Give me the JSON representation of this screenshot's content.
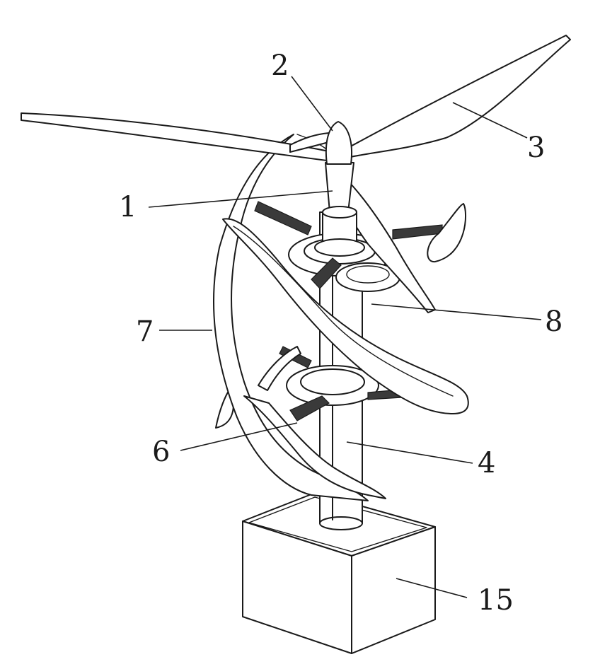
{
  "figure": {
    "reference_numerals": {
      "hub_shaft": "1",
      "nose_cone": "2",
      "horizontal_blade": "3",
      "tower_pole": "4",
      "support_arm": "6",
      "helical_blade": "7",
      "ring_bearing": "8",
      "base_box": "15"
    }
  }
}
